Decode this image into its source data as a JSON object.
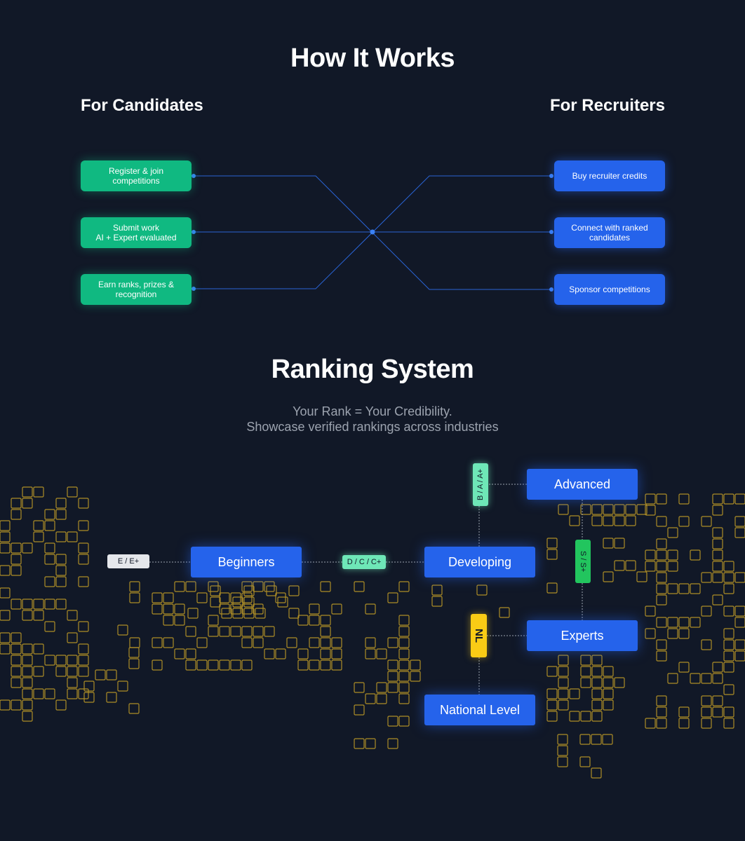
{
  "how_it_works": {
    "title": "How It Works",
    "candidates": {
      "heading": "For Candidates",
      "steps": [
        "Register & join competitions",
        "Submit work\nAI + Expert evaluated",
        "Earn ranks, prizes & recognition"
      ]
    },
    "recruiters": {
      "heading": "For Recruiters",
      "steps": [
        "Buy recruiter credits",
        "Connect with ranked candidates",
        "Sponsor competitions"
      ]
    }
  },
  "ranking_system": {
    "title": "Ranking System",
    "subtitle_line1": "Your Rank = Your Credibility.",
    "subtitle_line2": "Showcase verified rankings across industries",
    "levels": {
      "beginners": "Beginners",
      "developing": "Developing",
      "advanced": "Advanced",
      "experts": "Experts",
      "national": "National Level"
    },
    "grades": {
      "beginners": "E / E+",
      "developing": "D / C / C+",
      "advanced": "B / A / A+",
      "experts": "S / S+",
      "national": "NL"
    }
  },
  "colors": {
    "background": "#111827",
    "candidate_green": "#10b981",
    "recruiter_blue": "#2563eb",
    "grid_yellow": "#c9a227",
    "connector_blue": "#3b82f6"
  }
}
